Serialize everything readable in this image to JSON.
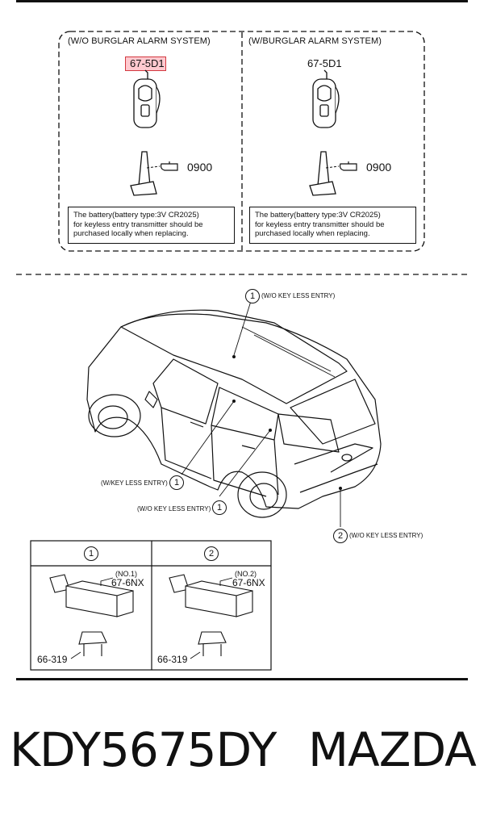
{
  "top_panel": {
    "left_title": "(W/O BURGLAR ALARM SYSTEM)",
    "right_title": "(W/BURGLAR ALARM SYSTEM)",
    "left_part": "67-5D1",
    "right_part": "67-5D1",
    "left_blade": "0900",
    "right_blade": "0900",
    "note_lines": [
      "The battery(battery type:3V CR2025)",
      "for keyless entry transmitter should be",
      "purchased locally when replacing."
    ]
  },
  "car_section": {
    "callouts": [
      {
        "num": "1",
        "text": "(W/O KEY LESS ENTRY)"
      },
      {
        "num": "1",
        "text": "(W/KEY LESS ENTRY)"
      },
      {
        "num": "1",
        "text": "(W/O KEY LESS ENTRY)"
      },
      {
        "num": "2",
        "text": "(W/O KEY LESS ENTRY)"
      }
    ]
  },
  "parts_table": {
    "cols": [
      {
        "header": "1",
        "tag": "(NO.1)",
        "part": "67-6NX",
        "sub": "66-319"
      },
      {
        "header": "2",
        "tag": "(NO.2)",
        "part": "67-6NX",
        "sub": "66-319"
      }
    ]
  },
  "footer": {
    "code": "KDY5675DY",
    "brand": "MAZDA"
  },
  "colors": {
    "ink": "#111111",
    "highlight_fill": "#ffc9cf",
    "highlight_border": "#d2383f"
  }
}
